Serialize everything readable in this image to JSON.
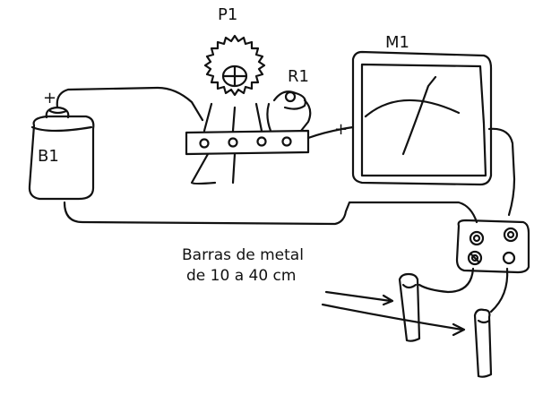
{
  "labels": {
    "p1": "P1",
    "r1": "R1",
    "m1": "M1",
    "b1": "B1",
    "battery_plus": "+",
    "meter_plus": "+",
    "caption_line1": "Barras de metal",
    "caption_line2": "de 10 a 40 cm"
  },
  "colors": {
    "ink": "#111111",
    "paper": "#ffffff"
  }
}
